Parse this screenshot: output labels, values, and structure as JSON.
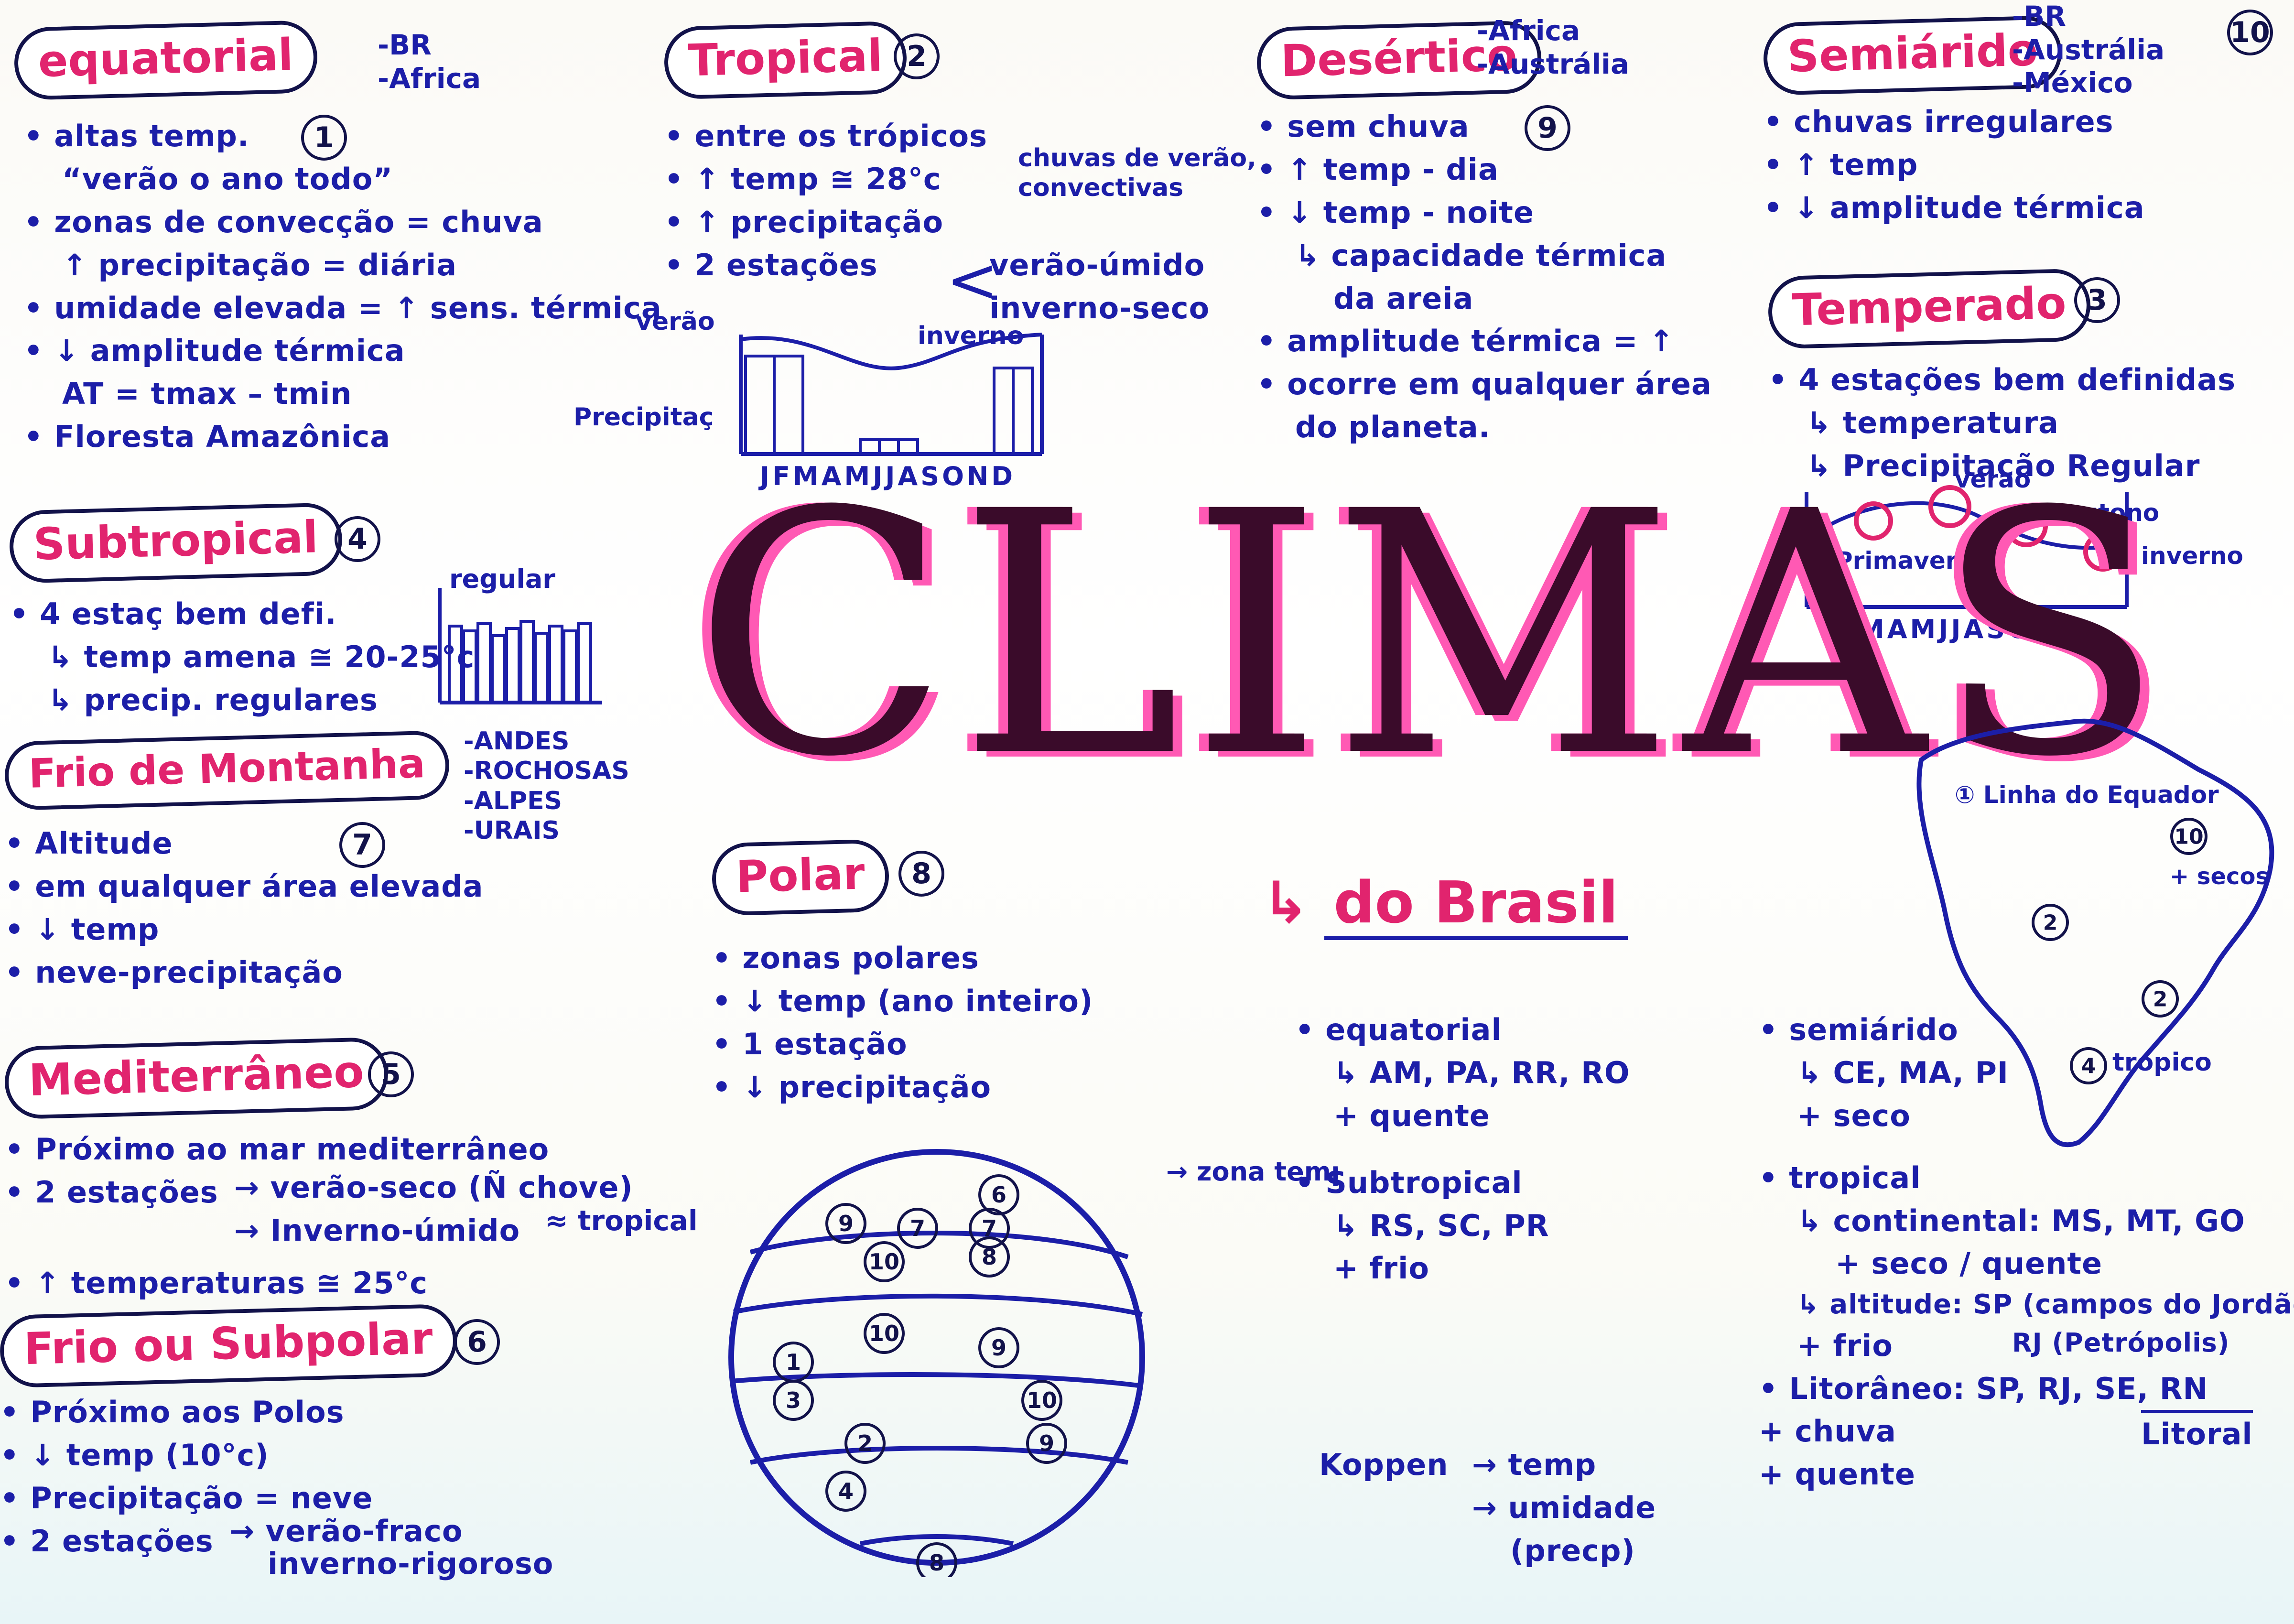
{
  "title": "CLIMAS",
  "colors": {
    "ink": "#1c1ea8",
    "accent": "#e1246e",
    "outline": "#12124a",
    "title_shadow": "#ff59b4"
  },
  "equatorial": {
    "label": "equatorial",
    "number": "1",
    "regions": [
      "-BR",
      "-Africa"
    ],
    "lines": [
      "• altas temp.",
      "“verão o ano todo”",
      "• zonas de convecção = chuva",
      "↑ precipitação = diária",
      "• umidade elevada = ↑ sens. térmica",
      "• ↓ amplitude térmica",
      "AT = tmax – tmin",
      "• Floresta Amazônica"
    ]
  },
  "tropical": {
    "label": "Tropical",
    "number": "2",
    "lines": [
      "• entre os trópicos",
      "• ↑ temp ≅ 28°c",
      "• ↑ precipitação",
      "• 2 estações"
    ],
    "seasons": [
      "verão-úmido",
      "inverno-seco"
    ],
    "rain_note": "chuvas de verão, convectivas",
    "chart": {
      "labels": {
        "summer": "verão",
        "winter": "inverno",
        "precip": "Precipitaç"
      },
      "months": "JFMAMJJASOND"
    }
  },
  "desertico": {
    "label": "Desértico",
    "number": "9",
    "regions": [
      "-Africa",
      "-Austrália"
    ],
    "lines": [
      "• sem chuva",
      "• ↑ temp - dia",
      "• ↓ temp - noite",
      "↳ capacidade térmica",
      "da areia",
      "• amplitude térmica = ↑",
      "• ocorre em qualquer área",
      "do planeta."
    ]
  },
  "semiarido": {
    "label": "Semiárido",
    "number": "10",
    "regions": [
      "-BR",
      "-Austrália",
      "-México"
    ],
    "lines": [
      "• chuvas irregulares",
      "• ↑ temp",
      "• ↓ amplitude térmica"
    ]
  },
  "temperado": {
    "label": "Temperado",
    "number": "3",
    "lines": [
      "• 4 estações bem definidas",
      "↳ temperatura",
      "↳ Precipitação Regular"
    ],
    "chart": {
      "seasons": [
        "Primavera",
        "verão",
        "outono",
        "inverno"
      ],
      "months": "JFMAMJJASOND"
    }
  },
  "subtropical": {
    "label": "Subtropical",
    "number": "4",
    "lines": [
      "• 4 estaç bem defi.",
      "↳ temp amena ≅ 20-25°c",
      "↳ precip. regulares"
    ],
    "chart": {
      "label": "regular"
    }
  },
  "frio_montanha": {
    "label": "Frio de Montanha",
    "number": "7",
    "regions": [
      "-ANDES",
      "-ROCHOSAS",
      "-ALPES",
      "-URAIS"
    ],
    "lines": [
      "• Altitude",
      "• em qualquer área elevada",
      "• ↓ temp",
      "• neve-precipitação"
    ]
  },
  "mediterraneo": {
    "label": "Mediterrâneo",
    "number": "5",
    "lines": [
      "• Próximo ao mar mediterrâneo",
      "• 2 estações",
      "• ↑ temperaturas ≅ 25°c"
    ],
    "seasons": [
      "→ verão-seco (Ñ chove)",
      "→ Inverno-úmido"
    ],
    "note": "≈ tropical"
  },
  "frio_subpolar": {
    "label": "Frio ou Subpolar",
    "number": "6",
    "lines": [
      "• Próximo aos Polos",
      "• ↓ temp (10°c)",
      "• Precipitação = neve",
      "• 2 estações"
    ],
    "seasons": [
      "→ verão-fraco",
      "inverno-rigoroso"
    ]
  },
  "polar": {
    "label": "Polar",
    "number": "8",
    "lines": [
      "• zonas polares",
      "• ↓ temp (ano inteiro)",
      "• 1 estação",
      "• ↓ precipitação"
    ]
  },
  "globe": {
    "zone_label": "→ zona temperada",
    "markers": [
      "6",
      "9",
      "7",
      "7",
      "10",
      "8",
      "10",
      "9",
      "1",
      "3",
      "10",
      "2",
      "9",
      "4",
      "8"
    ]
  },
  "brasil": {
    "heading": "do Brasil",
    "equatorial": {
      "title": "• equatorial",
      "states": "↳ AM, PA, RR, RO",
      "note": "+ quente"
    },
    "subtropical": {
      "title": "• Subtropical",
      "states": "↳ RS, SC, PR",
      "note": "+ frio"
    },
    "semiarido": {
      "title": "• semiárido",
      "states": "↳ CE, MA, PI",
      "note": "+ seco"
    },
    "tropical": {
      "title": "• tropical",
      "continental": "↳ continental: MS, MT, GO",
      "continental_note": "+ seco / quente",
      "altitude": "↳ altitude: SP (campos do Jordão)",
      "altitude_note": "+ frio",
      "altitude_note2": "RJ (Petrópolis)"
    },
    "litoraneo": {
      "title": "• Litorâneo: SP, RJ, SE, RN",
      "notes": [
        "+ chuva",
        "+ quente"
      ],
      "tag": "Litoral"
    },
    "koppen": {
      "label": "Koppen",
      "items": [
        "→ temp",
        "→ umidade",
        "(precp)"
      ]
    },
    "map": {
      "labels": [
        "① Linha do Equador",
        "+ secos",
        "tropico"
      ],
      "markers": [
        "10",
        "2",
        "2",
        "4"
      ]
    }
  }
}
